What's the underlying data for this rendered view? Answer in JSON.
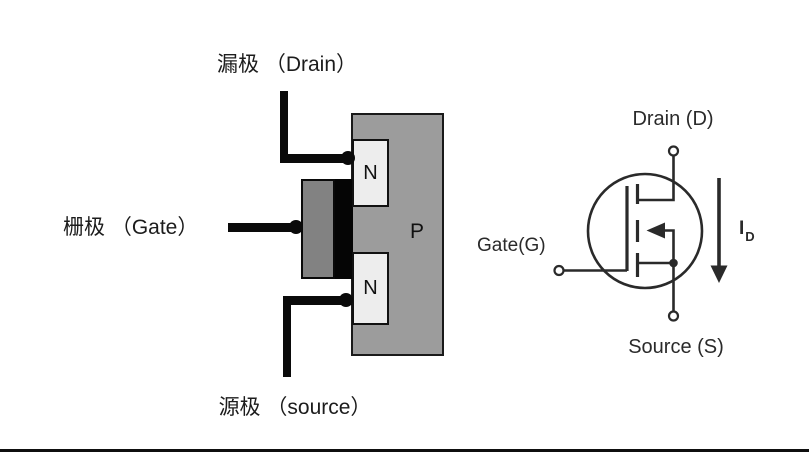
{
  "structure": {
    "drain_label": "漏极 （Drain）",
    "gate_label": "栅极 （Gate）",
    "source_label": "源极 （source）",
    "p_label": "P",
    "n_top_label": "N",
    "n_bottom_label": "N"
  },
  "symbol": {
    "drain_label": "Drain (D)",
    "gate_label": "Gate(G)",
    "source_label": "Source (S)",
    "current_label": "I",
    "current_sub": "D"
  },
  "colors": {
    "p_body_fill": "#9c9c9c",
    "gate_electrode_fill": "#828282",
    "n_region_fill": "#ededed",
    "oxide_and_lead": "#0a0a0a",
    "symbol_stroke": "#2a2a2a"
  }
}
